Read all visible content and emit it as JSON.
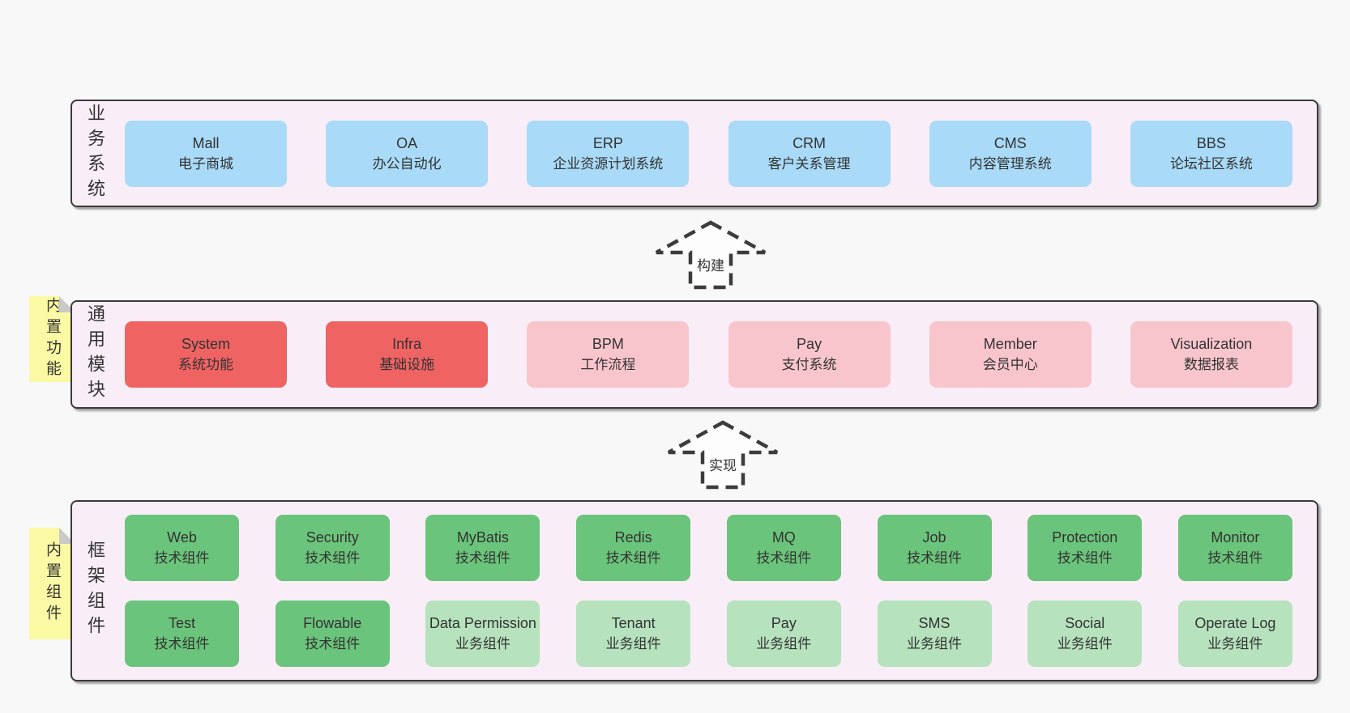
{
  "colors": {
    "page_bg": "#f8f8f8",
    "panel_bg": "#f9eef7",
    "panel_border": "#3b3b3b",
    "box_blue": "#a9daf7",
    "box_red": "#ef6363",
    "box_pink": "#f9c5cd",
    "box_green_dark": "#6bc47b",
    "box_green_light": "#b6e2be",
    "sticky_bg": "#fbf9a3",
    "sticky_fold": "#c9c9c9",
    "text": "#333333",
    "arrow_stroke": "#3c3c3c"
  },
  "arrows": [
    {
      "label": "构建"
    },
    {
      "label": "实现"
    }
  ],
  "sections": [
    {
      "label": "业务系统",
      "boxes": [
        {
          "title": "Mall",
          "subtitle": "电子商城"
        },
        {
          "title": "OA",
          "subtitle": "办公自动化"
        },
        {
          "title": "ERP",
          "subtitle": "企业资源计划系统"
        },
        {
          "title": "CRM",
          "subtitle": "客户关系管理"
        },
        {
          "title": "CMS",
          "subtitle": "内容管理系统"
        },
        {
          "title": "BBS",
          "subtitle": "论坛社区系统"
        }
      ]
    },
    {
      "label": "通用模块",
      "sticky": "内置功能",
      "boxes": [
        {
          "title": "System",
          "subtitle": "系统功能"
        },
        {
          "title": "Infra",
          "subtitle": "基础设施"
        },
        {
          "title": "BPM",
          "subtitle": "工作流程"
        },
        {
          "title": "Pay",
          "subtitle": "支付系统"
        },
        {
          "title": "Member",
          "subtitle": "会员中心"
        },
        {
          "title": "Visualization",
          "subtitle": "数据报表"
        }
      ]
    },
    {
      "label": "框架组件",
      "sticky": "内置组件",
      "rows": [
        [
          {
            "title": "Web",
            "subtitle": "技术组件"
          },
          {
            "title": "Security",
            "subtitle": "技术组件"
          },
          {
            "title": "MyBatis",
            "subtitle": "技术组件"
          },
          {
            "title": "Redis",
            "subtitle": "技术组件"
          },
          {
            "title": "MQ",
            "subtitle": "技术组件"
          },
          {
            "title": "Job",
            "subtitle": "技术组件"
          },
          {
            "title": "Protection",
            "subtitle": "技术组件"
          },
          {
            "title": "Monitor",
            "subtitle": "技术组件"
          }
        ],
        [
          {
            "title": "Test",
            "subtitle": "技术组件"
          },
          {
            "title": "Flowable",
            "subtitle": "技术组件"
          },
          {
            "title": "Data Permission",
            "subtitle": "业务组件"
          },
          {
            "title": "Tenant",
            "subtitle": "业务组件"
          },
          {
            "title": "Pay",
            "subtitle": "业务组件"
          },
          {
            "title": "SMS",
            "subtitle": "业务组件"
          },
          {
            "title": "Social",
            "subtitle": "业务组件"
          },
          {
            "title": "Operate Log",
            "subtitle": "业务组件"
          }
        ]
      ]
    }
  ]
}
